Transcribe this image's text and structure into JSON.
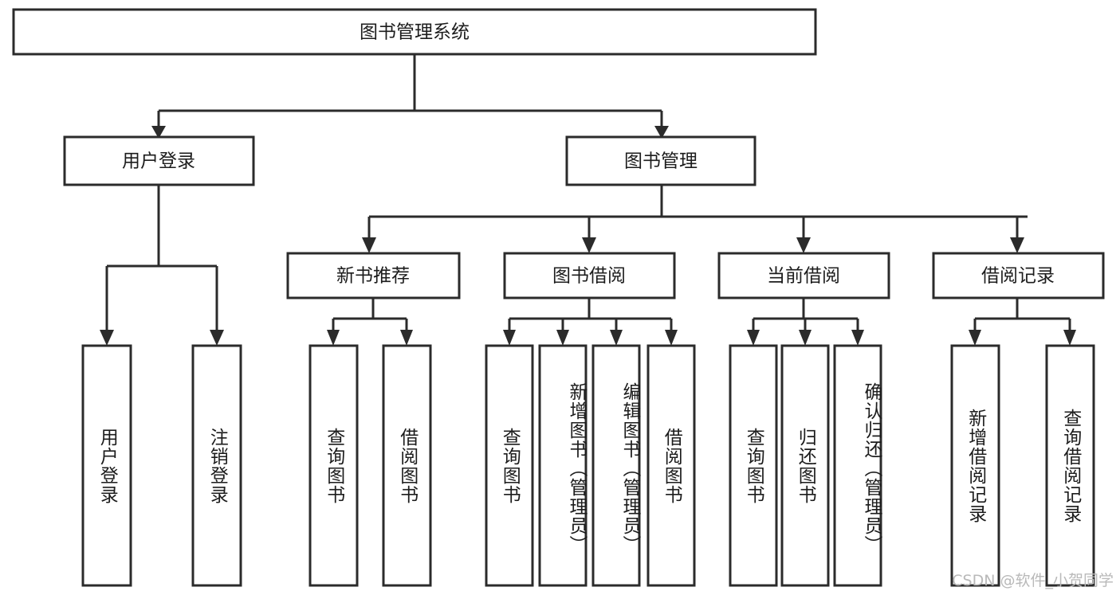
{
  "diagram": {
    "title": "图书管理系统",
    "type": "tree-hierarchy",
    "orientation": "top-down",
    "levels": 4,
    "colors": {
      "box_stroke": "#2b2b2b",
      "box_fill": "#ffffff",
      "text": "#1c1c1c",
      "background": "#ffffff",
      "watermark": "#b9b9b9"
    }
  },
  "root": {
    "label": "图书管理系统"
  },
  "level2": [
    {
      "label": "用户登录"
    },
    {
      "label": "图书管理"
    }
  ],
  "level3": [
    {
      "label": "新书推荐"
    },
    {
      "label": "图书借阅"
    },
    {
      "label": "当前借阅"
    },
    {
      "label": "借阅记录"
    }
  ],
  "leaves": {
    "user_login": [
      {
        "label": "用户登录"
      },
      {
        "label": "注销登录"
      }
    ],
    "new_book_recommend": [
      {
        "label": "查询图书"
      },
      {
        "label": "借阅图书"
      }
    ],
    "book_borrow": [
      {
        "label": "查询图书"
      },
      {
        "label": "新增图书（管理员）"
      },
      {
        "label": "编辑图书（管理员）"
      },
      {
        "label": "借阅图书"
      }
    ],
    "current_borrow": [
      {
        "label": "查询图书"
      },
      {
        "label": "归还图书"
      },
      {
        "label": "确认归还（管理员）"
      }
    ],
    "borrow_record": [
      {
        "label": "新增借阅记录"
      },
      {
        "label": "查询借阅记录"
      }
    ]
  },
  "watermark": {
    "text": "CSDN @软件_小贺同学"
  }
}
